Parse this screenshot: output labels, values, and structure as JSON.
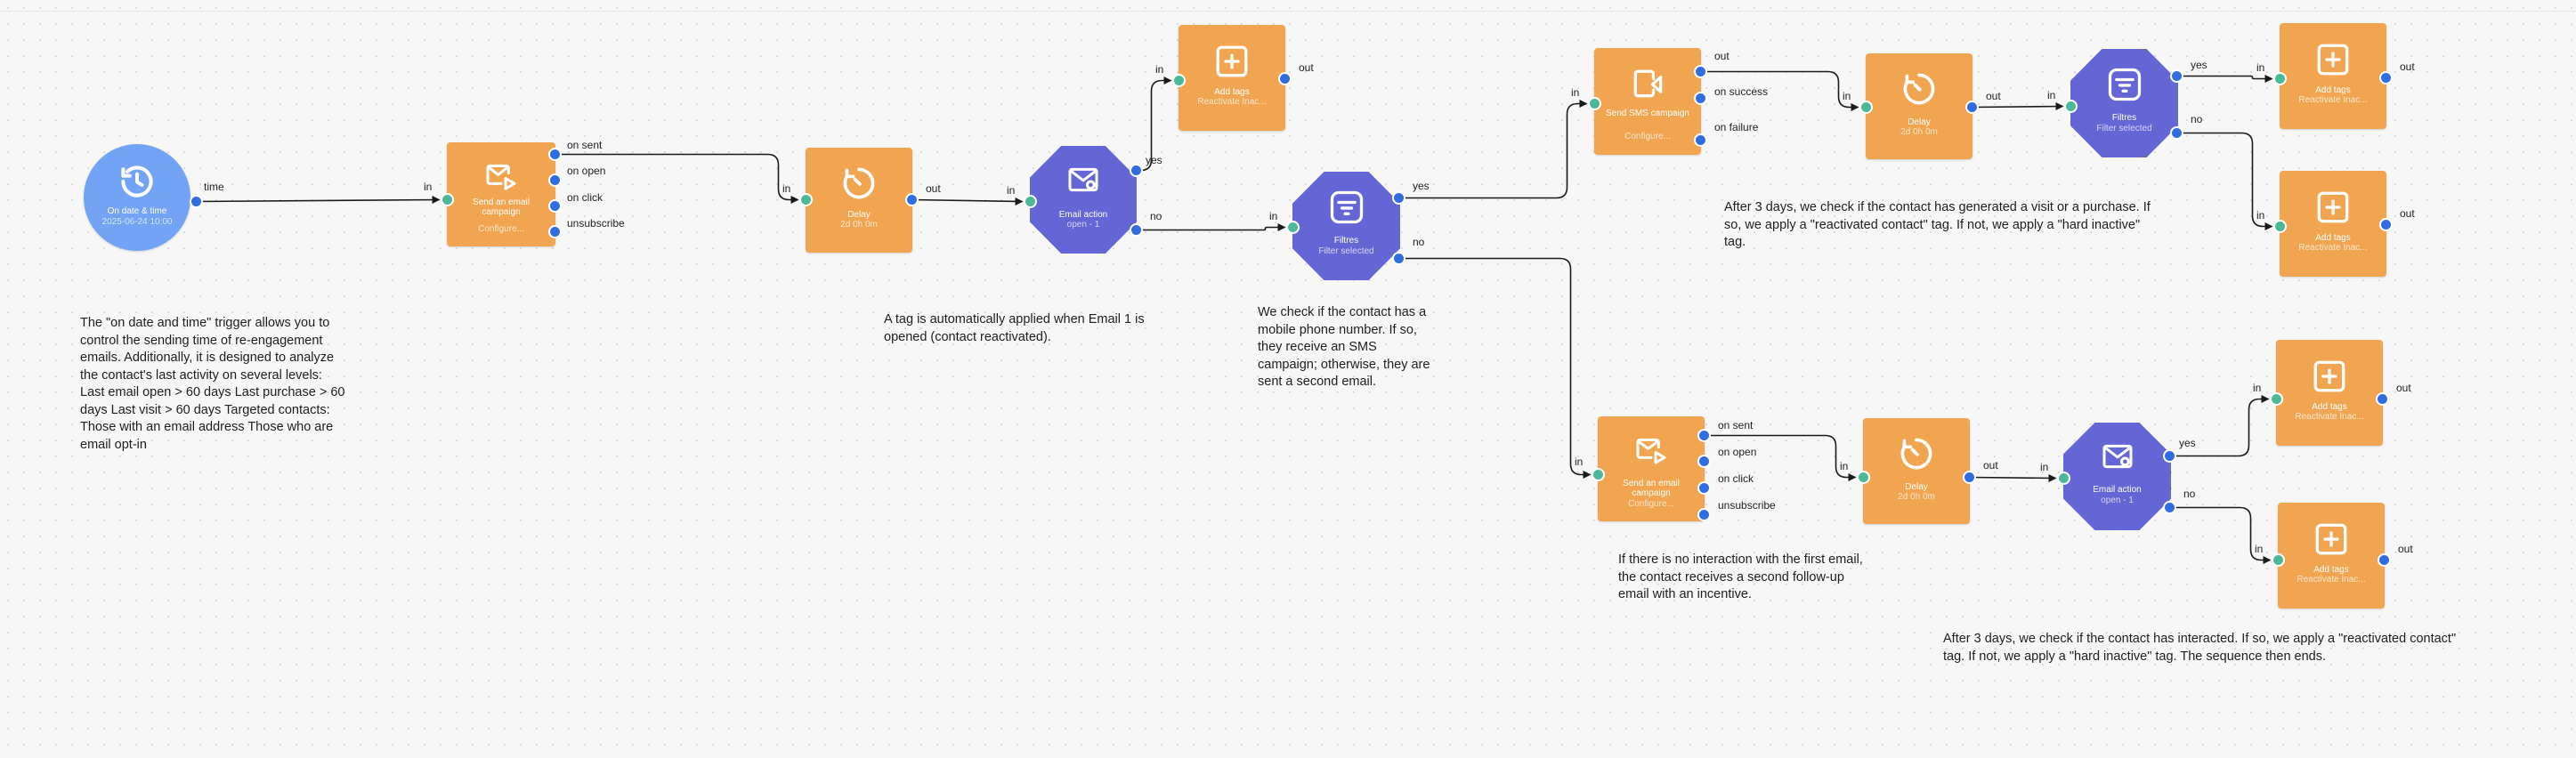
{
  "nodes": {
    "trigger": {
      "title": "On date & time",
      "sub": "2025-06-24 10:00",
      "out_time": "time"
    },
    "email1": {
      "title": "Send an email campaign",
      "sub": "Configure...",
      "in": "in",
      "out_sent": "on sent",
      "out_open": "on open",
      "out_click": "on click",
      "out_unsub": "unsubscribe"
    },
    "delay1": {
      "title": "Delay",
      "sub": "2d 0h 0m",
      "in": "in",
      "out": "out"
    },
    "action1": {
      "title": "Email action",
      "sub": "open - 1",
      "in": "in",
      "out_yes": "yes",
      "out_no": "no"
    },
    "tag_top": {
      "title": "Add tags",
      "sub": "Reactivate Inac...",
      "in": "in",
      "out": "out"
    },
    "filter1": {
      "title": "Filtres",
      "sub": "Filter selected",
      "in": "in",
      "out_yes": "yes",
      "out_no": "no"
    },
    "sms": {
      "title": "Send SMS campaign",
      "sub": "Configure...",
      "in": "in",
      "out_success": "on success",
      "out_failure": "on failure",
      "out": "out"
    },
    "delay2": {
      "title": "Delay",
      "sub": "2d 0h 0m",
      "in": "in",
      "out": "out"
    },
    "filter2": {
      "title": "Filtres",
      "sub": "Filter selected",
      "in": "in",
      "out_yes": "yes",
      "out_no": "no"
    },
    "tag2": {
      "title": "Add tags",
      "sub": "Reactivate Inac...",
      "in": "in",
      "out": "out"
    },
    "tag3": {
      "title": "Add tags",
      "sub": "Reactivate Inac...",
      "in": "in",
      "out": "out"
    },
    "email2": {
      "title": "Send an email campaign",
      "sub": "Configure...",
      "in": "in",
      "out_sent": "on sent",
      "out_open": "on open",
      "out_click": "on click",
      "out_unsub": "unsubscribe"
    },
    "delay3": {
      "title": "Delay",
      "sub": "2d 0h 0m",
      "in": "in",
      "out": "out"
    },
    "action2": {
      "title": "Email action",
      "sub": "open - 1",
      "in": "in",
      "out_yes": "yes",
      "out_no": "no"
    },
    "tag4": {
      "title": "Add tags",
      "sub": "Reactivate Inac...",
      "in": "in",
      "out": "out"
    },
    "tag5": {
      "title": "Add tags",
      "sub": "Reactivate Inac...",
      "in": "in",
      "out": "out"
    }
  },
  "notes": {
    "trigger_note": "The \"on date and time\" trigger allows you to control the sending time of re-engagement emails. Additionally, it is designed to analyze the contact's last activity on several levels: Last email open > 60 days Last purchase > 60 days Last visit > 60 days Targeted contacts: Those with an email address Those who are email opt-in",
    "tag_note": "A tag is automatically applied when Email 1 is opened (contact reactivated).",
    "filter_note": "We check if the contact has a mobile phone number. If so, they receive an SMS campaign; otherwise, they are sent a second email.",
    "sms_note": "After 3 days, we check if the contact has generated a visit or a purchase. If so, we apply a \"reactivated contact\" tag. If not, we apply a \"hard inactive\" tag.",
    "email2_note": "If there is no interaction with the first email, the contact receives a second follow-up email with an incentive.",
    "end_note": "After 3 days, we check if the contact has interacted. If so, we apply a \"reactivated contact\" tag. If not, we apply a \"hard inactive\" tag. The sequence then ends."
  },
  "colors": {
    "action_node": "#f2a550",
    "logic_node": "#6566d6",
    "trigger_node": "#72a3f4",
    "in_port": "#4cb89a",
    "out_port": "#2f6de0",
    "wire": "#1a1a1a"
  },
  "icons": {
    "trigger": "clock-history-icon",
    "email": "email-send-icon",
    "delay": "timer-icon",
    "email_action": "envelope-icon",
    "filter": "filter-icon",
    "tag": "plus-square-icon",
    "sms": "sms-send-icon"
  }
}
